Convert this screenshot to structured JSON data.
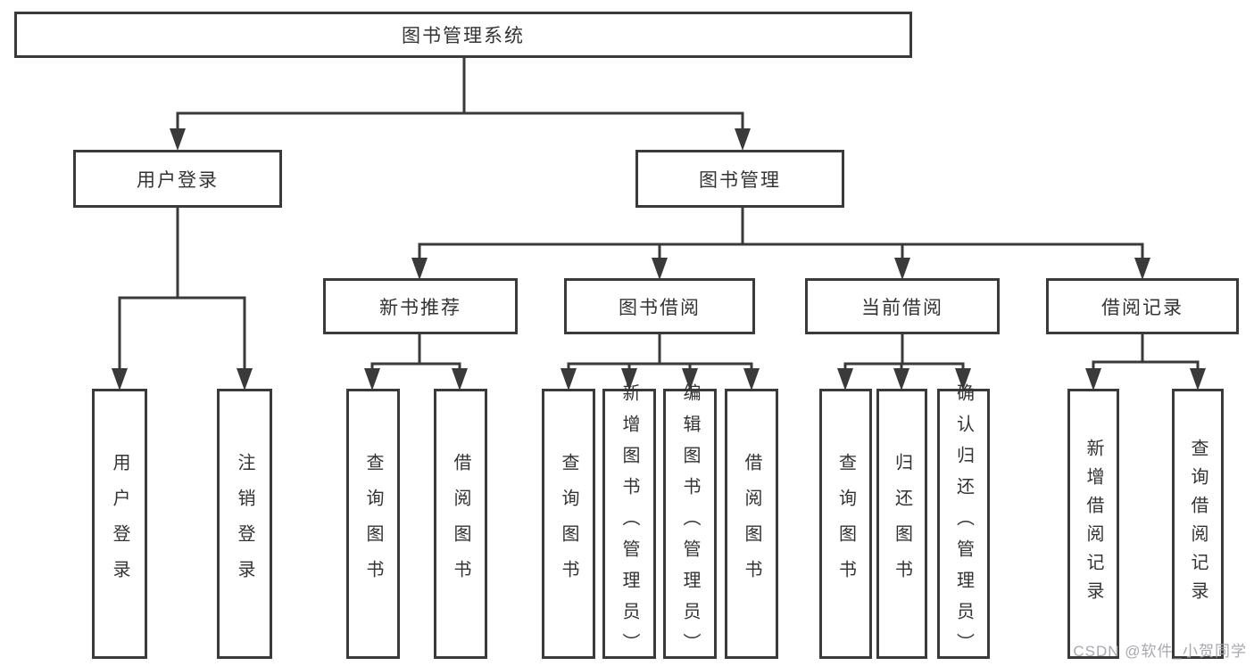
{
  "diagram": {
    "root": {
      "label": "图书管理系统"
    },
    "branches": {
      "user_login": {
        "label": "用户登录"
      },
      "book_mgmt": {
        "label": "图书管理"
      }
    },
    "sections": {
      "new_book_rec": {
        "label": "新书推荐"
      },
      "book_borrow": {
        "label": "图书借阅"
      },
      "current_borrow": {
        "label": "当前借阅"
      },
      "borrow_records": {
        "label": "借阅记录"
      }
    },
    "leaves": {
      "user_login": {
        "label": "用户登录"
      },
      "logout": {
        "label": "注销登录"
      },
      "query_book_rec": {
        "label": "查询图书"
      },
      "borrow_book_rec": {
        "label": "借阅图书"
      },
      "query_book_borrow": {
        "label": "查询图书"
      },
      "add_book": {
        "label": "新增图书（管理员）"
      },
      "edit_book": {
        "label": "编辑图书（管理员）"
      },
      "borrow_book": {
        "label": "借阅图书"
      },
      "query_book_current": {
        "label": "查询图书"
      },
      "return_book": {
        "label": "归还图书"
      },
      "confirm_return": {
        "label": "确认归还（管理员）"
      },
      "add_borrow_record": {
        "label": "新增借阅记录"
      },
      "query_borrow_record": {
        "label": "查询借阅记录"
      }
    }
  },
  "watermark": {
    "text": "CSDN @软件_小贺同学"
  },
  "colors": {
    "line": "#3a3a3a",
    "text": "#333333",
    "watermark": "#a8a8b0"
  }
}
